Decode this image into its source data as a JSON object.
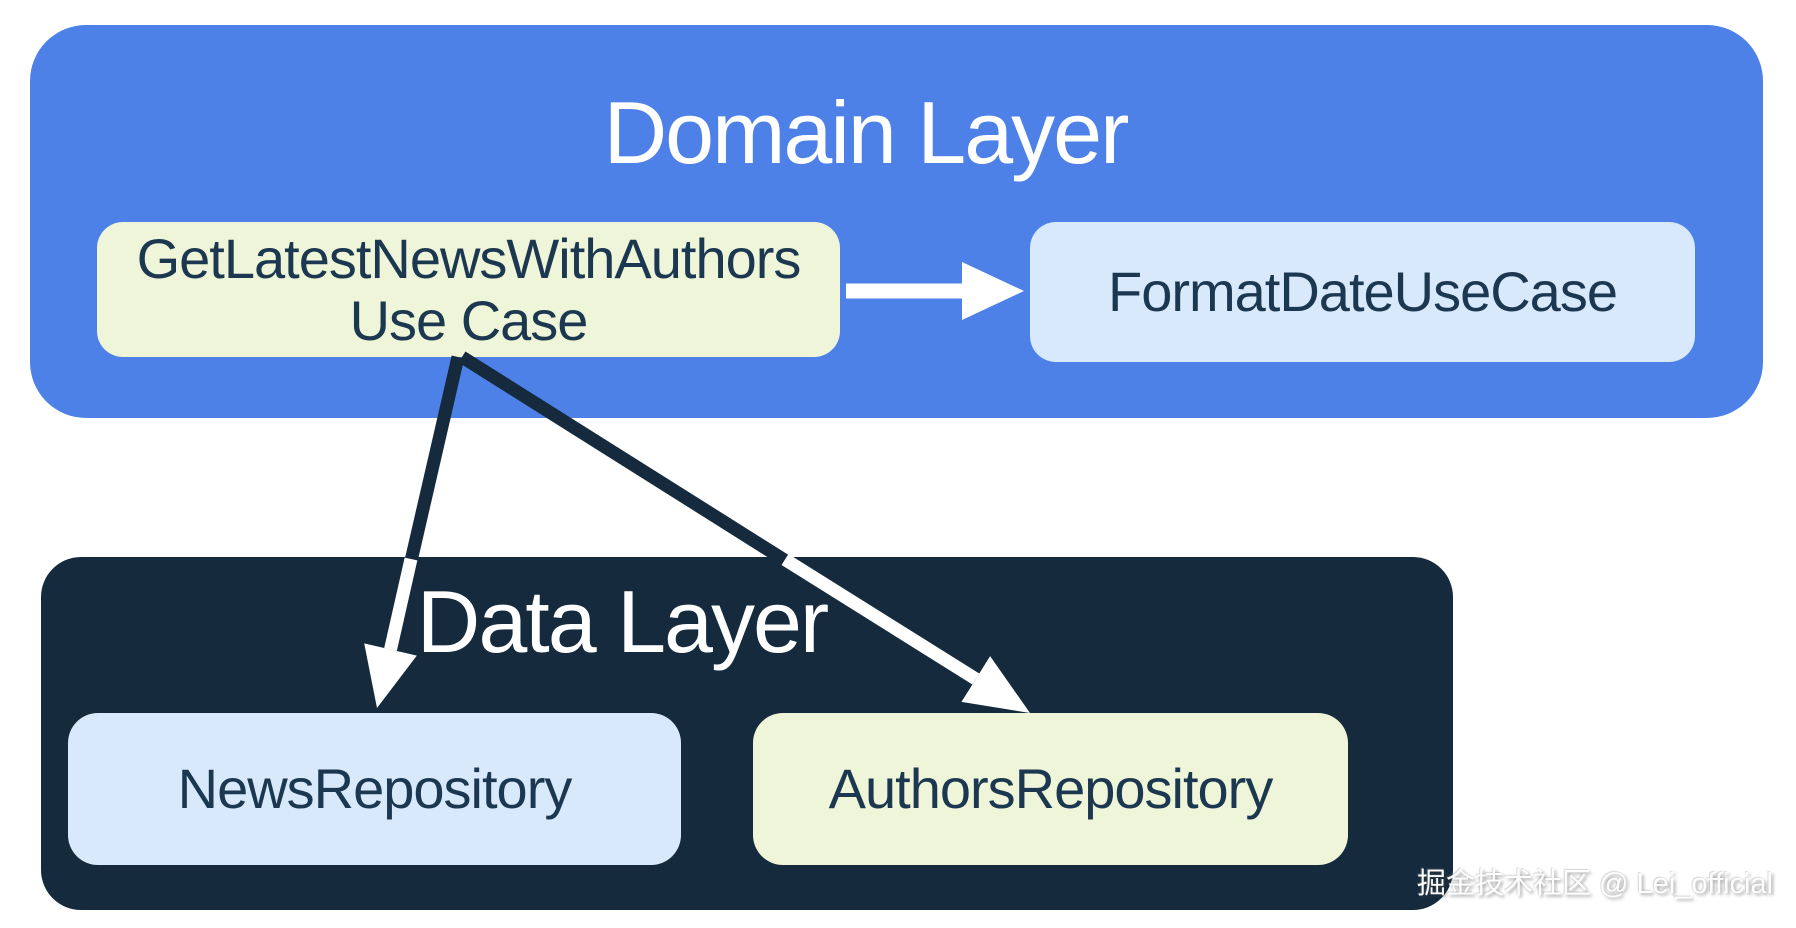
{
  "page": {
    "background": "#FFFFFF"
  },
  "colors": {
    "domain_layer_bg": "#4E81E8",
    "data_layer_bg": "#152B3D",
    "use_case_node_bg": "#EFF5D8",
    "format_date_node_bg": "#D8E9FB",
    "news_repository_node_bg": "#D8E9FB",
    "authors_repository_node_bg": "#EFF5D8",
    "layer_title_text": "#FFFFFF",
    "node_label_text": "#1C3850",
    "arrow_light": "#FFFFFF",
    "arrow_dark": "#152B3D"
  },
  "diagram": {
    "domain_layer": {
      "title": "Domain Layer",
      "nodes": [
        {
          "id": "get-latest-news-with-authors-use-case",
          "label_lines": [
            "GetLatestNewsWithAuthors",
            "Use Case"
          ]
        },
        {
          "id": "format-date-use-case",
          "label": "FormatDateUseCase"
        }
      ]
    },
    "data_layer": {
      "title": "Data Layer",
      "nodes": [
        {
          "id": "news-repository",
          "label": "NewsRepository"
        },
        {
          "id": "authors-repository",
          "label": "AuthorsRepository"
        }
      ]
    },
    "edges": [
      {
        "from": "get-latest-news-with-authors-use-case",
        "to": "format-date-use-case"
      },
      {
        "from": "get-latest-news-with-authors-use-case",
        "to": "news-repository"
      },
      {
        "from": "get-latest-news-with-authors-use-case",
        "to": "authors-repository"
      }
    ]
  },
  "watermark": {
    "text": "掘金技术社区 @ Lei_official"
  }
}
